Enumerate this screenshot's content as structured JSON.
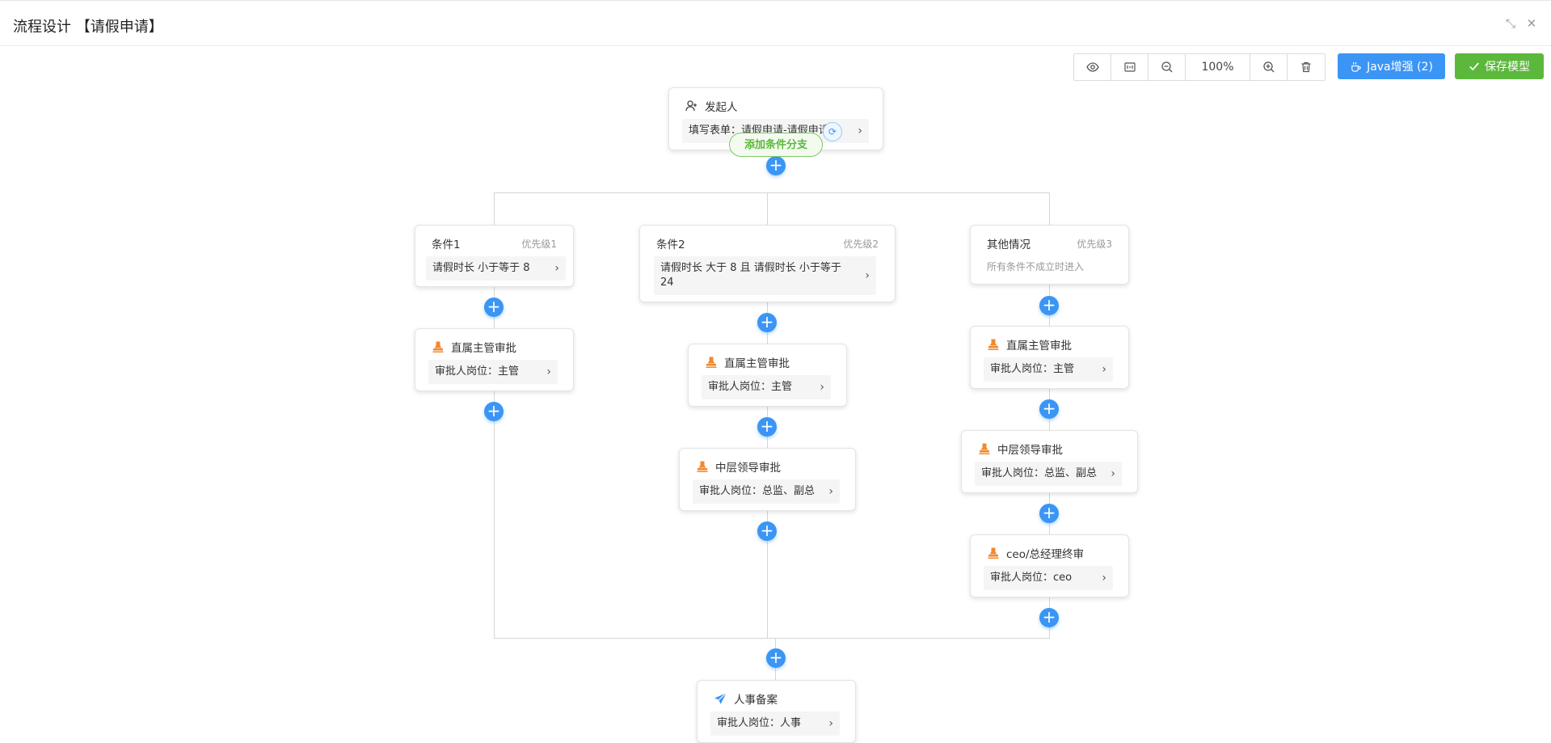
{
  "header": {
    "title": "流程设计 【请假申请】"
  },
  "toolbar": {
    "zoom": "100%",
    "java_label": "Java增强 (2)",
    "save_label": "保存模型"
  },
  "nodes": {
    "initiator": {
      "title": "发起人",
      "body": "填写表单：请假申请-请假申请单"
    },
    "branch_button": "添加条件分支",
    "cond1": {
      "title": "条件1",
      "priority": "优先级1",
      "body": "请假时长 小于等于 8"
    },
    "cond2": {
      "title": "条件2",
      "priority": "优先级2",
      "body": "请假时长 大于 8 且 请假时长 小于等于 24"
    },
    "cond3": {
      "title": "其他情况",
      "priority": "优先级3",
      "sub": "所有条件不成立时进入"
    },
    "b1_mgr": {
      "title": "直属主管审批",
      "body": "审批人岗位：主管"
    },
    "b2_mgr": {
      "title": "直属主管审批",
      "body": "审批人岗位：主管"
    },
    "b2_mid": {
      "title": "中层领导审批",
      "body": "审批人岗位：总监、副总"
    },
    "b3_mgr": {
      "title": "直属主管审批",
      "body": "审批人岗位：主管"
    },
    "b3_mid": {
      "title": "中层领导审批",
      "body": "审批人岗位：总监、副总"
    },
    "b3_ceo": {
      "title": "ceo/总经理终审",
      "body": "审批人岗位：ceo"
    },
    "hr": {
      "title": "人事备案",
      "body": "审批人岗位：人事"
    }
  },
  "colors": {
    "primary": "#3b95f5",
    "success": "#5cb83c",
    "stamp": "#f0892f"
  }
}
